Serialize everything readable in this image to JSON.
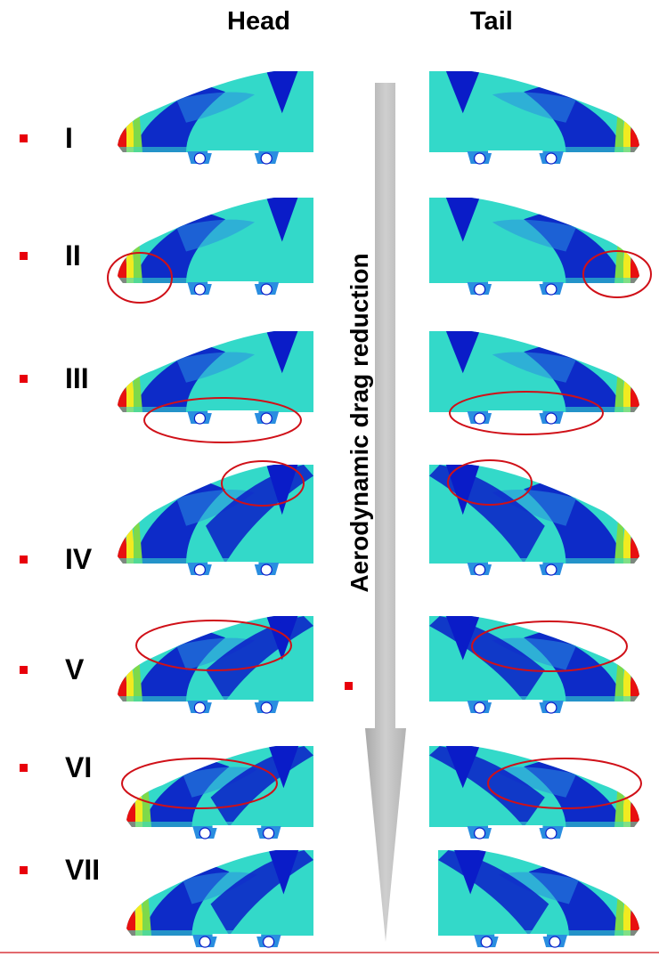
{
  "columns": {
    "head": "Head",
    "tail": "Tail"
  },
  "arrow_label": "Aerodynamic drag reduction",
  "rows": [
    {
      "label": "I",
      "head_highlight": "none",
      "tail_highlight": "none"
    },
    {
      "label": "II",
      "head_highlight": "nose",
      "tail_highlight": "nose"
    },
    {
      "label": "III",
      "head_highlight": "bogie",
      "tail_highlight": "bogie"
    },
    {
      "label": "IV",
      "head_highlight": "cab-top",
      "tail_highlight": "cab-top"
    },
    {
      "label": "V",
      "head_highlight": "shoulder",
      "tail_highlight": "shoulder"
    },
    {
      "label": "VI",
      "head_highlight": "shoulder",
      "tail_highlight": "shoulder"
    },
    {
      "label": "VII",
      "head_highlight": "none",
      "tail_highlight": "none"
    }
  ],
  "colors": {
    "bullet": "#e8000b",
    "highlight_ellipse": "#d01018",
    "arrow": "#bdbdbd",
    "contour_base": "#33d9c9",
    "contour_low": "#0a1cc8",
    "contour_mid": "#2a8ee0",
    "contour_high": "#e81010",
    "contour_warm": "#f2ea20",
    "contour_green": "#7ed94a",
    "underline": "#d01018"
  }
}
